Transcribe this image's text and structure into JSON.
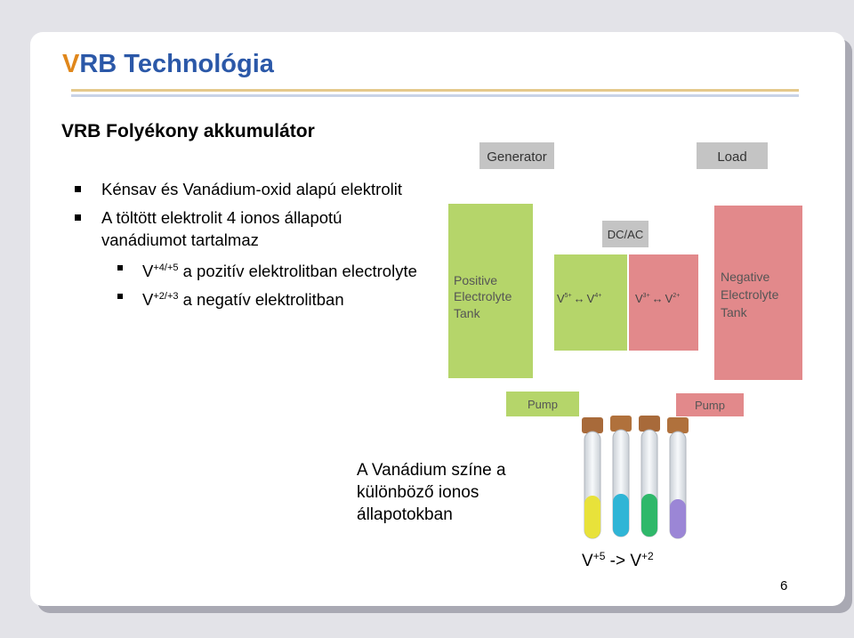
{
  "title": {
    "first_letter": "V",
    "rest": "RB Technológia"
  },
  "subtitle": "VRB Folyékony akkumulátor",
  "bullets": [
    {
      "text": "Kénsav és Vanádium-oxid alapú elektrolit"
    },
    {
      "text": "A töltött elektrolit 4 ionos állapotú vanádiumot tartalmaz",
      "sub": [
        {
          "base": "V",
          "sup": "+4/+5",
          "text": " a pozitív elektrolitban electrolyte"
        },
        {
          "base": "V",
          "sup": "+2/+3",
          "text": " a negatív elektrolitban"
        }
      ]
    }
  ],
  "diagram": {
    "generator": "Generator",
    "load": "Load",
    "converter": "DC/AC",
    "positive_tank": [
      "Positive",
      "Electrolyte",
      "Tank"
    ],
    "negative_tank": [
      "Negative",
      "Electrolyte",
      "Tank"
    ],
    "positive_reaction": {
      "a": "V",
      "a_sup": "5+",
      "arrow": "↔",
      "b": "V",
      "b_sup": "4+"
    },
    "negative_reaction": {
      "a": "V",
      "a_sup": "3+",
      "arrow": "↔",
      "b": "V",
      "b_sup": "2+"
    },
    "pump_left": "Pump",
    "pump_right": "Pump",
    "colors": {
      "green": "#b5d56a",
      "red": "#e2898b",
      "label_bg": "#c4c4c4"
    }
  },
  "caption": "A Vanádium színe a különböző ionos állapotokban",
  "formula": {
    "a": "V",
    "a_sup": "+5",
    "mid": " -> ",
    "b": "V",
    "b_sup": "+2"
  },
  "tube_colors": [
    "#e8e23a",
    "#2fb5d6",
    "#2fb86a",
    "#9b86d6"
  ],
  "page_number": "6",
  "colors": {
    "title": "#2b58a8",
    "accent": "#e0871b"
  }
}
